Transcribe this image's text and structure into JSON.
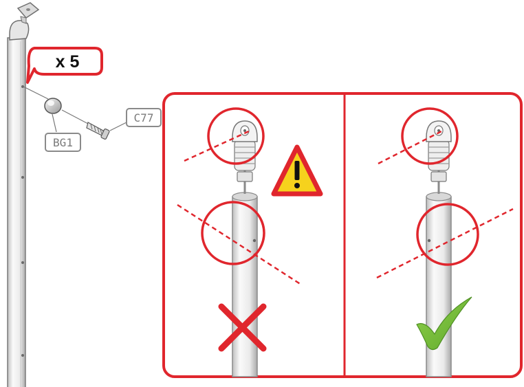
{
  "quantity": "x 5",
  "parts": {
    "bracket_ball": "BG1",
    "bolt": "C77"
  },
  "icons": {
    "warning": "warning-triangle-icon",
    "wrong": "red-x-icon",
    "correct": "green-check-icon"
  },
  "colors": {
    "accent_red": "#e0262d",
    "warning_yellow": "#f6d21d",
    "check_green": "#7cc33d",
    "label_gray": "#8a8a8a",
    "pole_light": "#f2f2f2",
    "pole_shade": "#c9c9c9"
  }
}
